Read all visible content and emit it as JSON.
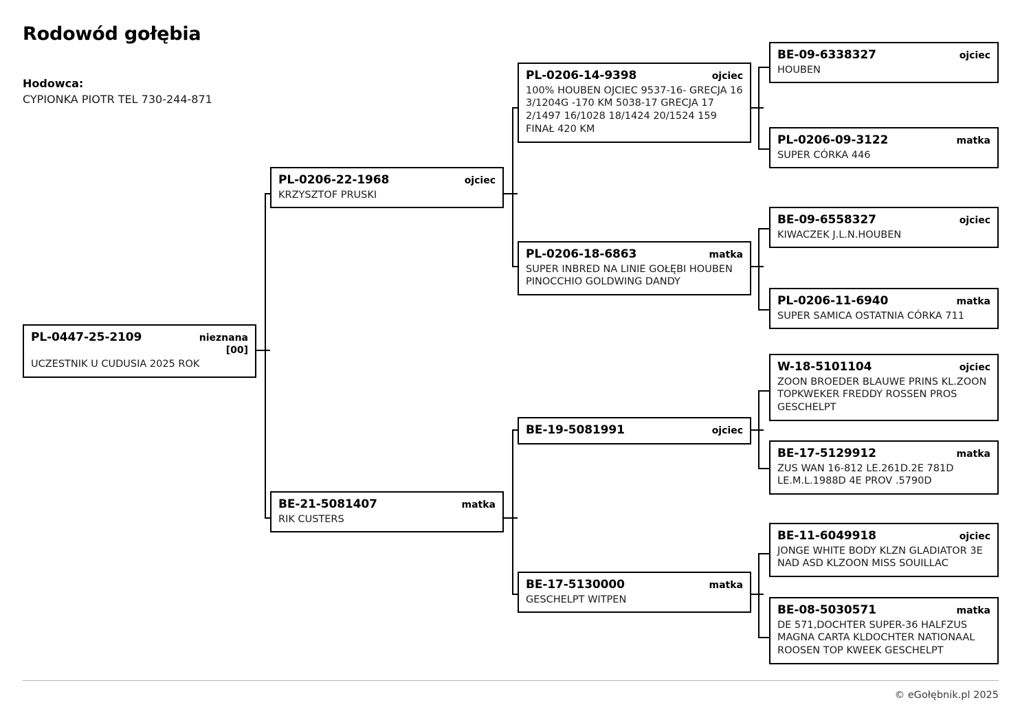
{
  "header": {
    "title": "Rodowód gołębia",
    "breeder_label": "Hodowca:",
    "breeder_name": "CYPIONKA PIOTR TEL 730-244-871"
  },
  "footer": {
    "copyright": "© eGołębnik.pl 2025"
  },
  "roles": {
    "father": "ojciec",
    "mother": "matka",
    "unknown": "nieznana\n[00]"
  },
  "pedigree": {
    "subject": {
      "ring": "PL-0447-25-2109",
      "role": "nieznana",
      "role_extra": "[00]",
      "description": "UCZESTNIK U CUDUSIA 2025 ROK"
    },
    "generation1": [
      {
        "ring": "PL-0206-22-1968",
        "role": "ojciec",
        "description": "KRZYSZTOF PRUSKI"
      },
      {
        "ring": "BE-21-5081407",
        "role": "matka",
        "description": "RIK CUSTERS"
      }
    ],
    "generation2": [
      {
        "ring": "PL-0206-14-9398",
        "role": "ojciec",
        "description": "100% HOUBEN OJCIEC 9537-16- GRECJA 16 3/1204G -170 KM 5038-17 GRECJA 17 2/1497 16/1028 18/1424 20/1524 159 FINAŁ 420 KM"
      },
      {
        "ring": "PL-0206-18-6863",
        "role": "matka",
        "description": "SUPER INBRED NA LINIE GOŁĘBI HOUBEN PINOCCHIO GOLDWING DANDY"
      },
      {
        "ring": "BE-19-5081991",
        "role": "ojciec",
        "description": ""
      },
      {
        "ring": "BE-17-5130000",
        "role": "matka",
        "description": "GESCHELPT WITPEN"
      }
    ],
    "generation3": [
      {
        "ring": "BE-09-6338327",
        "role": "ojciec",
        "description": "HOUBEN"
      },
      {
        "ring": "PL-0206-09-3122",
        "role": "matka",
        "description": "SUPER CÓRKA 446"
      },
      {
        "ring": "BE-09-6558327",
        "role": "ojciec",
        "description": "KIWACZEK J.L.N.HOUBEN"
      },
      {
        "ring": "PL-0206-11-6940",
        "role": "matka",
        "description": "SUPER SAMICA OSTATNIA CÓRKA 711"
      },
      {
        "ring": "W-18-5101104",
        "role": "ojciec",
        "description": "ZOON BROEDER BLAUWE PRINS KL.ZOON TOPKWEKER FREDDY ROSSEN PROS GESCHELPT"
      },
      {
        "ring": "BE-17-5129912",
        "role": "matka",
        "description": "ZUS WAN 16-812 LE.261D.2E 781D LE.M.L.1988D 4E PROV .5790D"
      },
      {
        "ring": "BE-11-6049918",
        "role": "ojciec",
        "description": "JONGE WHITE BODY KLZN GLADIATOR 3E NAD ASD KLZOON MISS SOUILLAC"
      },
      {
        "ring": "BE-08-5030571",
        "role": "matka",
        "description": "DE 571,DOCHTER SUPER-36 HALFZUS MAGNA CARTA KLDOCHTER NATIONAAL ROOSEN TOP KWEEK GESCHELPT"
      }
    ]
  }
}
